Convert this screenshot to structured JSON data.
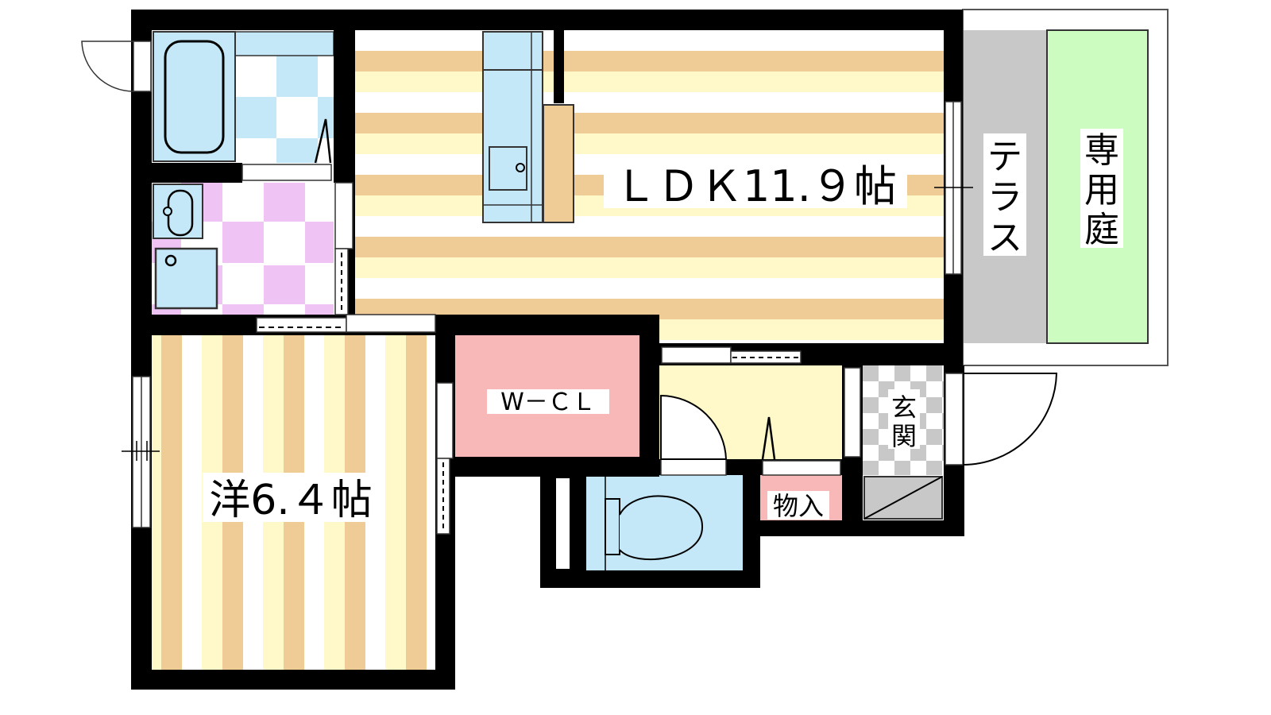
{
  "rooms": {
    "ldk": "ＬＤＫ11.９帖",
    "western": "洋6.４帖",
    "wcl": "W－ＣＬ",
    "terrace": [
      "テ",
      "ラ",
      "ス"
    ],
    "garden": [
      "専",
      "用",
      "庭"
    ],
    "entrance": [
      "玄",
      "関"
    ],
    "storage": "物入"
  },
  "colors": {
    "wall": "#000000",
    "wet_blue": "#c4e8f8",
    "wash_pink": "#efc4f5",
    "floor_tan": "#efcc96",
    "floor_cream": "#fff8c8",
    "closet_pink": "#f8b8b8",
    "terrace_gray": "#c8c8c8",
    "garden_green": "#ccfcc0"
  }
}
